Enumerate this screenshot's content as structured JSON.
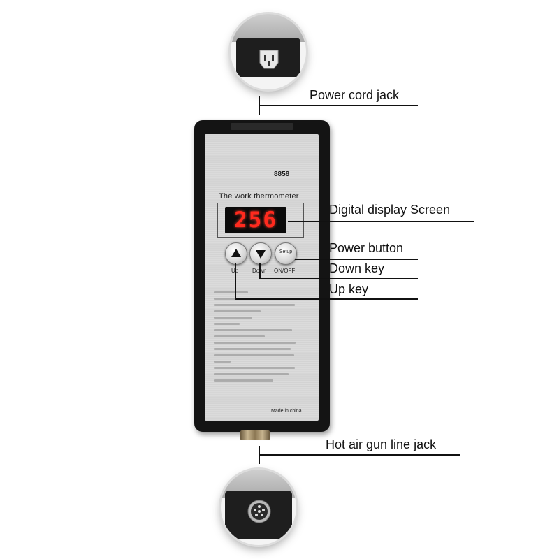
{
  "device": {
    "model": "8858",
    "title": "The work thermometer",
    "display_value": "256",
    "made_in": "Made in china",
    "buttons": [
      {
        "id": "up",
        "icon": "up-arrow-icon",
        "label": "Up"
      },
      {
        "id": "down",
        "icon": "down-arrow-icon",
        "label": "Down"
      },
      {
        "id": "setup",
        "text": "Setup",
        "label": "ON/OFF"
      }
    ]
  },
  "callouts": {
    "power_cord_jack": "Power cord jack",
    "digital_display": "Digital display Screen",
    "power_button": "Power button",
    "down_key": "Down key",
    "up_key": "Up key",
    "hot_air_gun_jack": "Hot air gun line jack"
  },
  "colors": {
    "display_digits": "#ff2a1e",
    "housing": "#141414",
    "panel": "#d4d4d4"
  }
}
